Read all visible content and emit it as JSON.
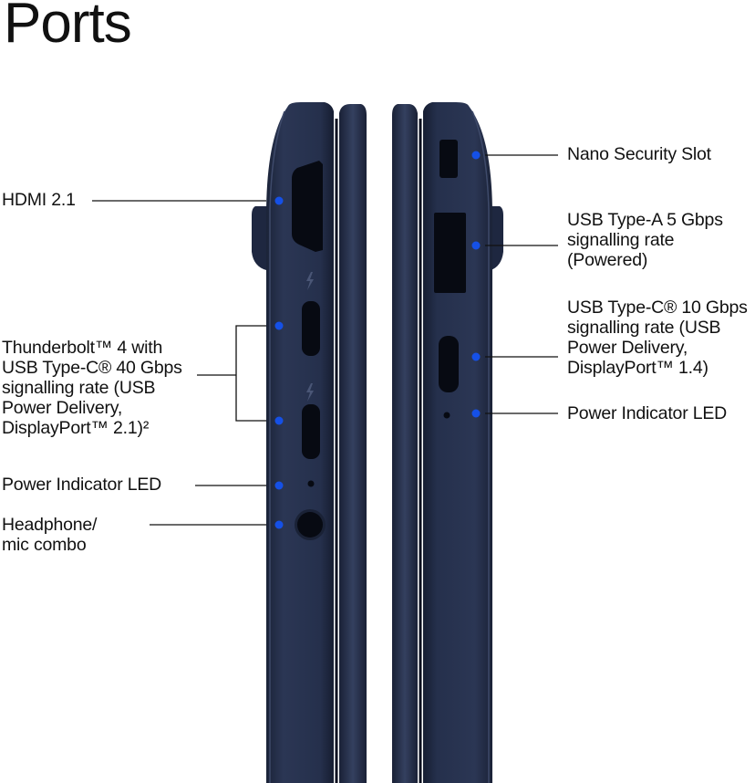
{
  "title": "Ports",
  "left_labels": [
    {
      "id": "hdmi",
      "lines": [
        "HDMI 2.1"
      ]
    },
    {
      "id": "thunderbolt",
      "lines": [
        "Thunderbolt™ 4 with",
        "USB Type-C® 40 Gbps",
        "signalling rate (USB",
        "Power Delivery,",
        "DisplayPort™ 2.1)²"
      ]
    },
    {
      "id": "power-led-left",
      "lines": [
        "Power Indicator LED"
      ]
    },
    {
      "id": "headphone",
      "lines": [
        "Headphone/",
        "mic combo"
      ]
    }
  ],
  "right_labels": [
    {
      "id": "nano-slot",
      "lines": [
        "Nano Security Slot"
      ]
    },
    {
      "id": "usb-a",
      "lines": [
        "USB Type-A 5 Gbps",
        "signalling rate",
        "(Powered)"
      ]
    },
    {
      "id": "usb-c-10",
      "lines": [
        "USB Type-C® 10 Gbps",
        "signalling rate (USB",
        "Power Delivery,",
        "DisplayPort™ 1.4)"
      ]
    },
    {
      "id": "power-led-right",
      "lines": [
        "Power Indicator LED"
      ]
    }
  ],
  "colors": {
    "chassis": "#26314d",
    "chassis_dark": "#151c30",
    "chassis_light": "#3b4766",
    "port": "#070a12",
    "marker": "#1550e6",
    "line": "#111111"
  }
}
